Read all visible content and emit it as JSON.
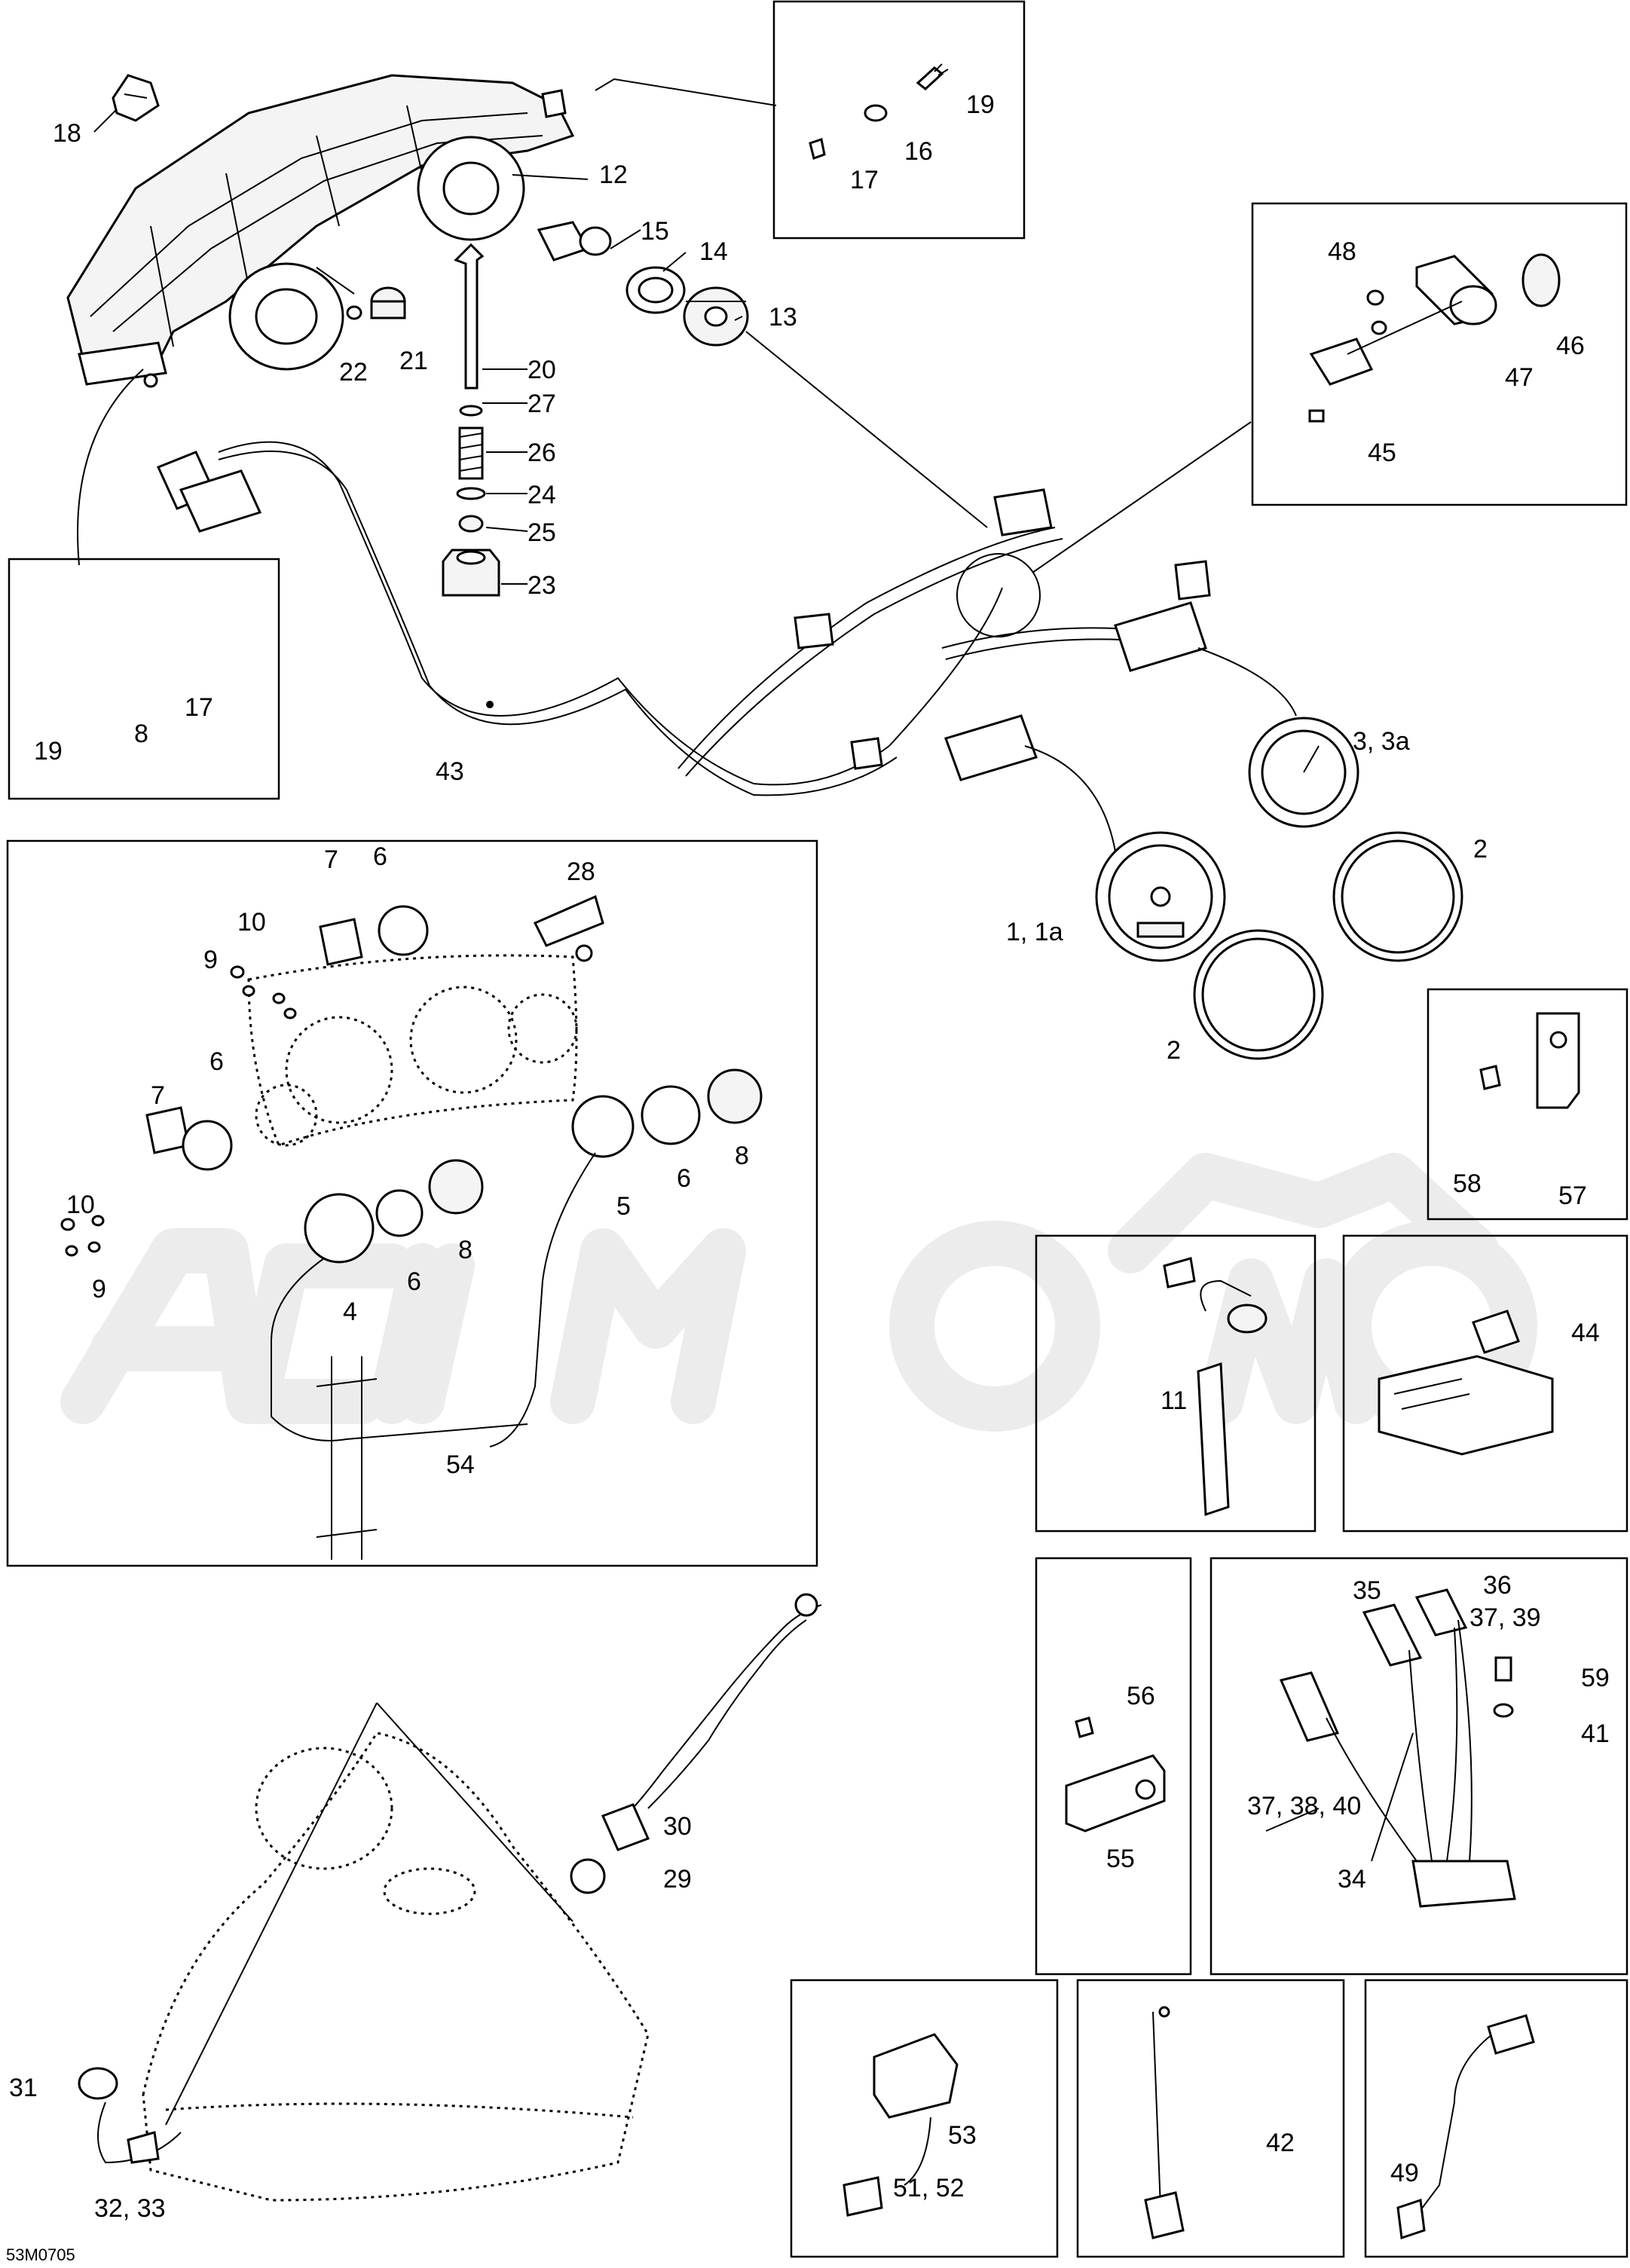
{
  "labels": {
    "p1": "1, 1a",
    "p2a": "2",
    "p2b": "2",
    "p3": "3, 3a",
    "p4": "4",
    "p5": "5",
    "p6a": "6",
    "p6b": "6",
    "p6c": "6",
    "p6d": "6",
    "p7a": "7",
    "p7b": "7",
    "p8a": "8",
    "p8b": "8",
    "p9a": "9",
    "p9b": "9",
    "p8c": "8",
    "p10a": "10",
    "p10b": "10",
    "p11": "11",
    "p12": "12",
    "p13": "13",
    "p14": "14",
    "p15": "15",
    "p16": "16",
    "p17a": "17",
    "p17b": "17",
    "p18": "18",
    "p19a": "19",
    "p19b": "19",
    "p20": "20",
    "p21": "21",
    "p22": "22",
    "p23": "23",
    "p24": "24",
    "p25": "25",
    "p26": "26",
    "p27": "27",
    "p28": "28",
    "p29": "29",
    "p30": "30",
    "p31": "31",
    "p3233": "32, 33",
    "p34": "34",
    "p35": "35",
    "p36": "36",
    "p3739": "37, 39",
    "p373840": "37, 38, 40",
    "p41": "41",
    "p42": "42",
    "p43": "43",
    "p44": "44",
    "p45": "45",
    "p46": "46",
    "p47": "47",
    "p48": "48",
    "p49": "49",
    "p5152": "51, 52",
    "p53": "53",
    "p54": "54",
    "p55": "55",
    "p56": "56",
    "p57": "57",
    "p58": "58",
    "p59": "59"
  },
  "ref_code": "53M0705",
  "watermark_text": "ActiMoto"
}
